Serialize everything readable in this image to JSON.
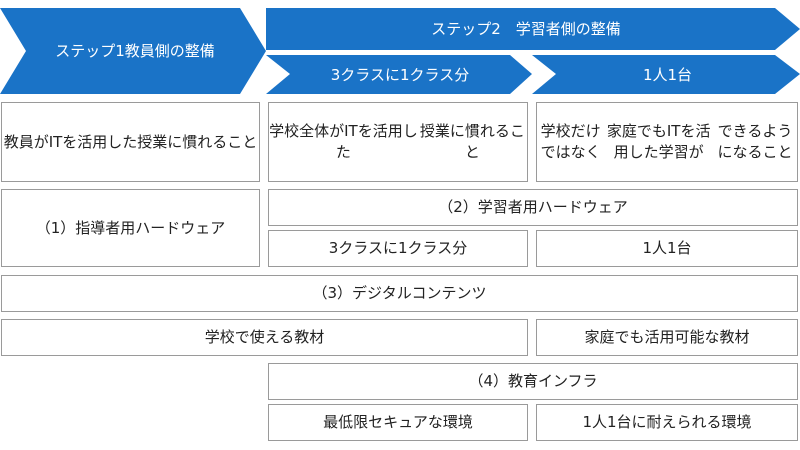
{
  "colors": {
    "arrow": "#1a73c7",
    "border": "#9a9a9a",
    "text": "#222222"
  },
  "header": {
    "step1": {
      "line1": "ステップ1",
      "line2": "教員側の整備"
    },
    "step2": {
      "title": "ステップ2　学習者側の整備",
      "sub_left": "3クラスに1クラス分",
      "sub_right": "1人1台"
    }
  },
  "goals": {
    "col1": [
      "教員がITを活用した",
      "授業に慣れること"
    ],
    "col2": [
      "学校全体がITを活用した",
      "授業に慣れること"
    ],
    "col3": [
      "学校だけではなく",
      "家庭でもITを活用した学習が",
      "できるようになること"
    ]
  },
  "hardware": {
    "teacher": "（1）指導者用ハードウェア",
    "learner": "（2）学習者用ハードウェア",
    "learner_left": "3クラスに1クラス分",
    "learner_right": "1人1台"
  },
  "contents": {
    "title": "（3）デジタルコンテンツ",
    "school": "学校で使える教材",
    "home": "家庭でも活用可能な教材"
  },
  "infra": {
    "title": "（4）教育インフラ",
    "left": "最低限セキュアな環境",
    "right": "1人1台に耐えられる環境"
  }
}
